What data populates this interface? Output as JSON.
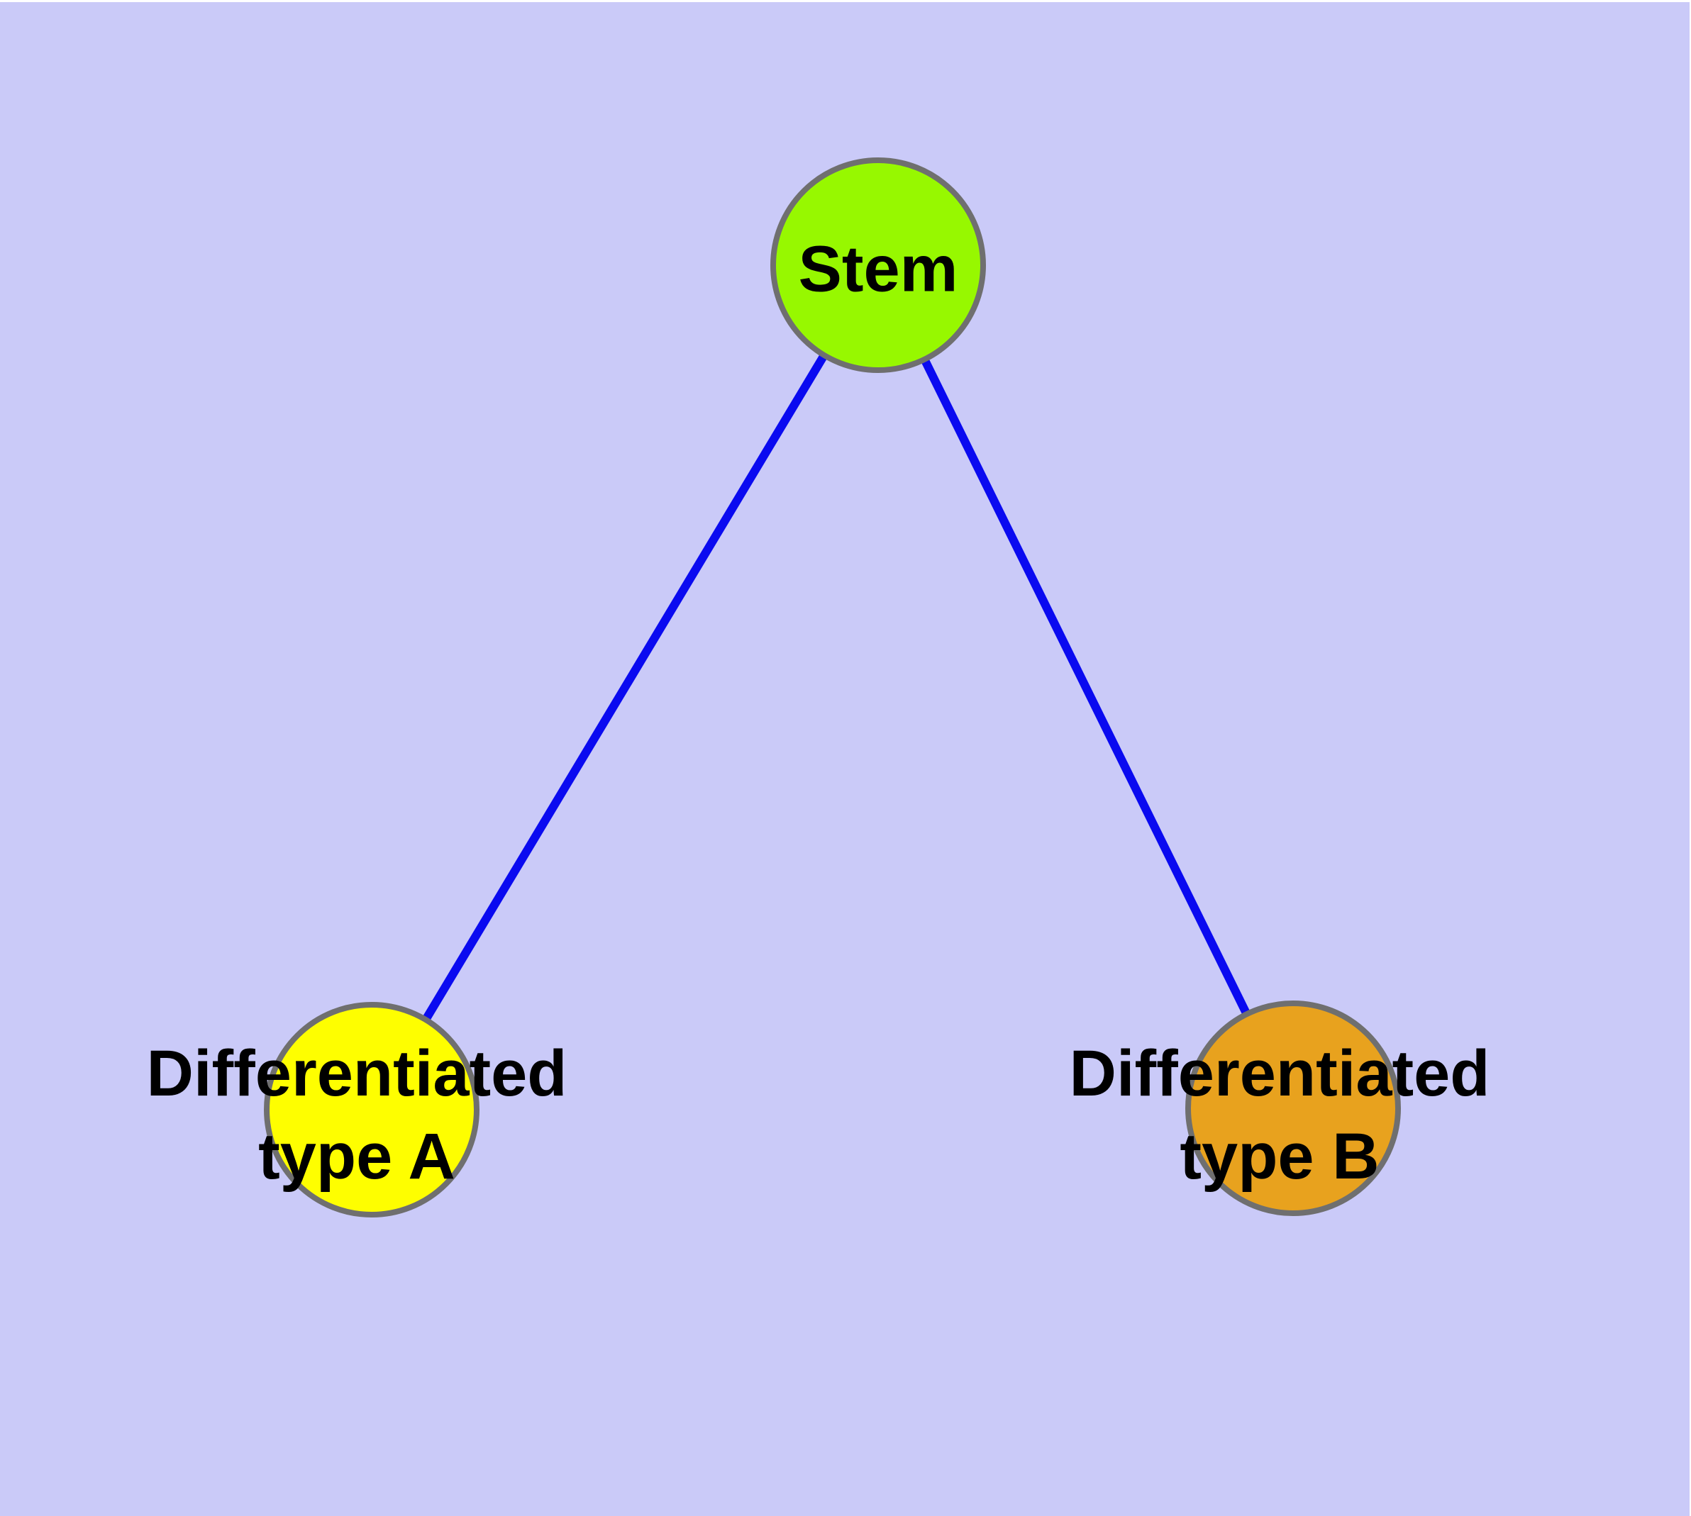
{
  "diagram": {
    "type": "node-link-graph",
    "background_color": "#cacaf8",
    "edge_color": "#0a0af0",
    "node_border_color": "#6f6f6f",
    "label_color": "#000000",
    "nodes": {
      "stem": {
        "id": "stem",
        "label": "Stem",
        "color": "#97f800"
      },
      "type_a": {
        "id": "type_a",
        "label_line1": "Differentiated",
        "label_line2": "type A",
        "color": "#fefe00"
      },
      "type_b": {
        "id": "type_b",
        "label_line1": "Differentiated",
        "label_line2": "type B",
        "color": "#e8a21e"
      }
    },
    "edges": [
      {
        "from": "stem",
        "to": "type_a"
      },
      {
        "from": "stem",
        "to": "type_b"
      }
    ]
  }
}
